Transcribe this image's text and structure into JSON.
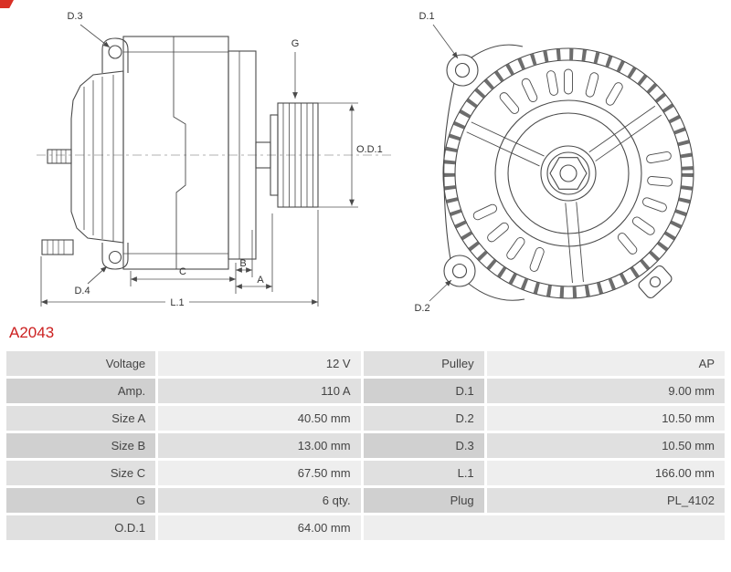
{
  "colors": {
    "accent_red": "#cc2020",
    "diagram_line": "#4a4a4a",
    "label_cell_odd": "#e0e0e0",
    "value_cell_odd": "#eeeeee",
    "label_cell_even": "#d0d0d0",
    "value_cell_even": "#e0e0e0"
  },
  "part_number": "A2043",
  "diagram": {
    "side_view": {
      "labels": {
        "d3": "D.3",
        "d4": "D.4",
        "g": "G",
        "od1": "O.D.1",
        "c": "C",
        "b": "B",
        "a": "A",
        "l1": "L.1"
      }
    },
    "front_view": {
      "labels": {
        "d1": "D.1",
        "d2": "D.2"
      }
    }
  },
  "spec_table": {
    "rows": [
      {
        "label1": "Voltage",
        "value1": "12 V",
        "label2": "Pulley",
        "value2": "AP"
      },
      {
        "label1": "Amp.",
        "value1": "110 A",
        "label2": "D.1",
        "value2": "9.00 mm"
      },
      {
        "label1": "Size A",
        "value1": "40.50 mm",
        "label2": "D.2",
        "value2": "10.50 mm"
      },
      {
        "label1": "Size B",
        "value1": "13.00 mm",
        "label2": "D.3",
        "value2": "10.50 mm"
      },
      {
        "label1": "Size C",
        "value1": "67.50 mm",
        "label2": "L.1",
        "value2": "166.00 mm"
      },
      {
        "label1": "G",
        "value1": "6 qty.",
        "label2": "Plug",
        "value2": "PL_4102"
      },
      {
        "label1": "O.D.1",
        "value1": "64.00 mm",
        "label2": "",
        "value2": ""
      }
    ]
  }
}
